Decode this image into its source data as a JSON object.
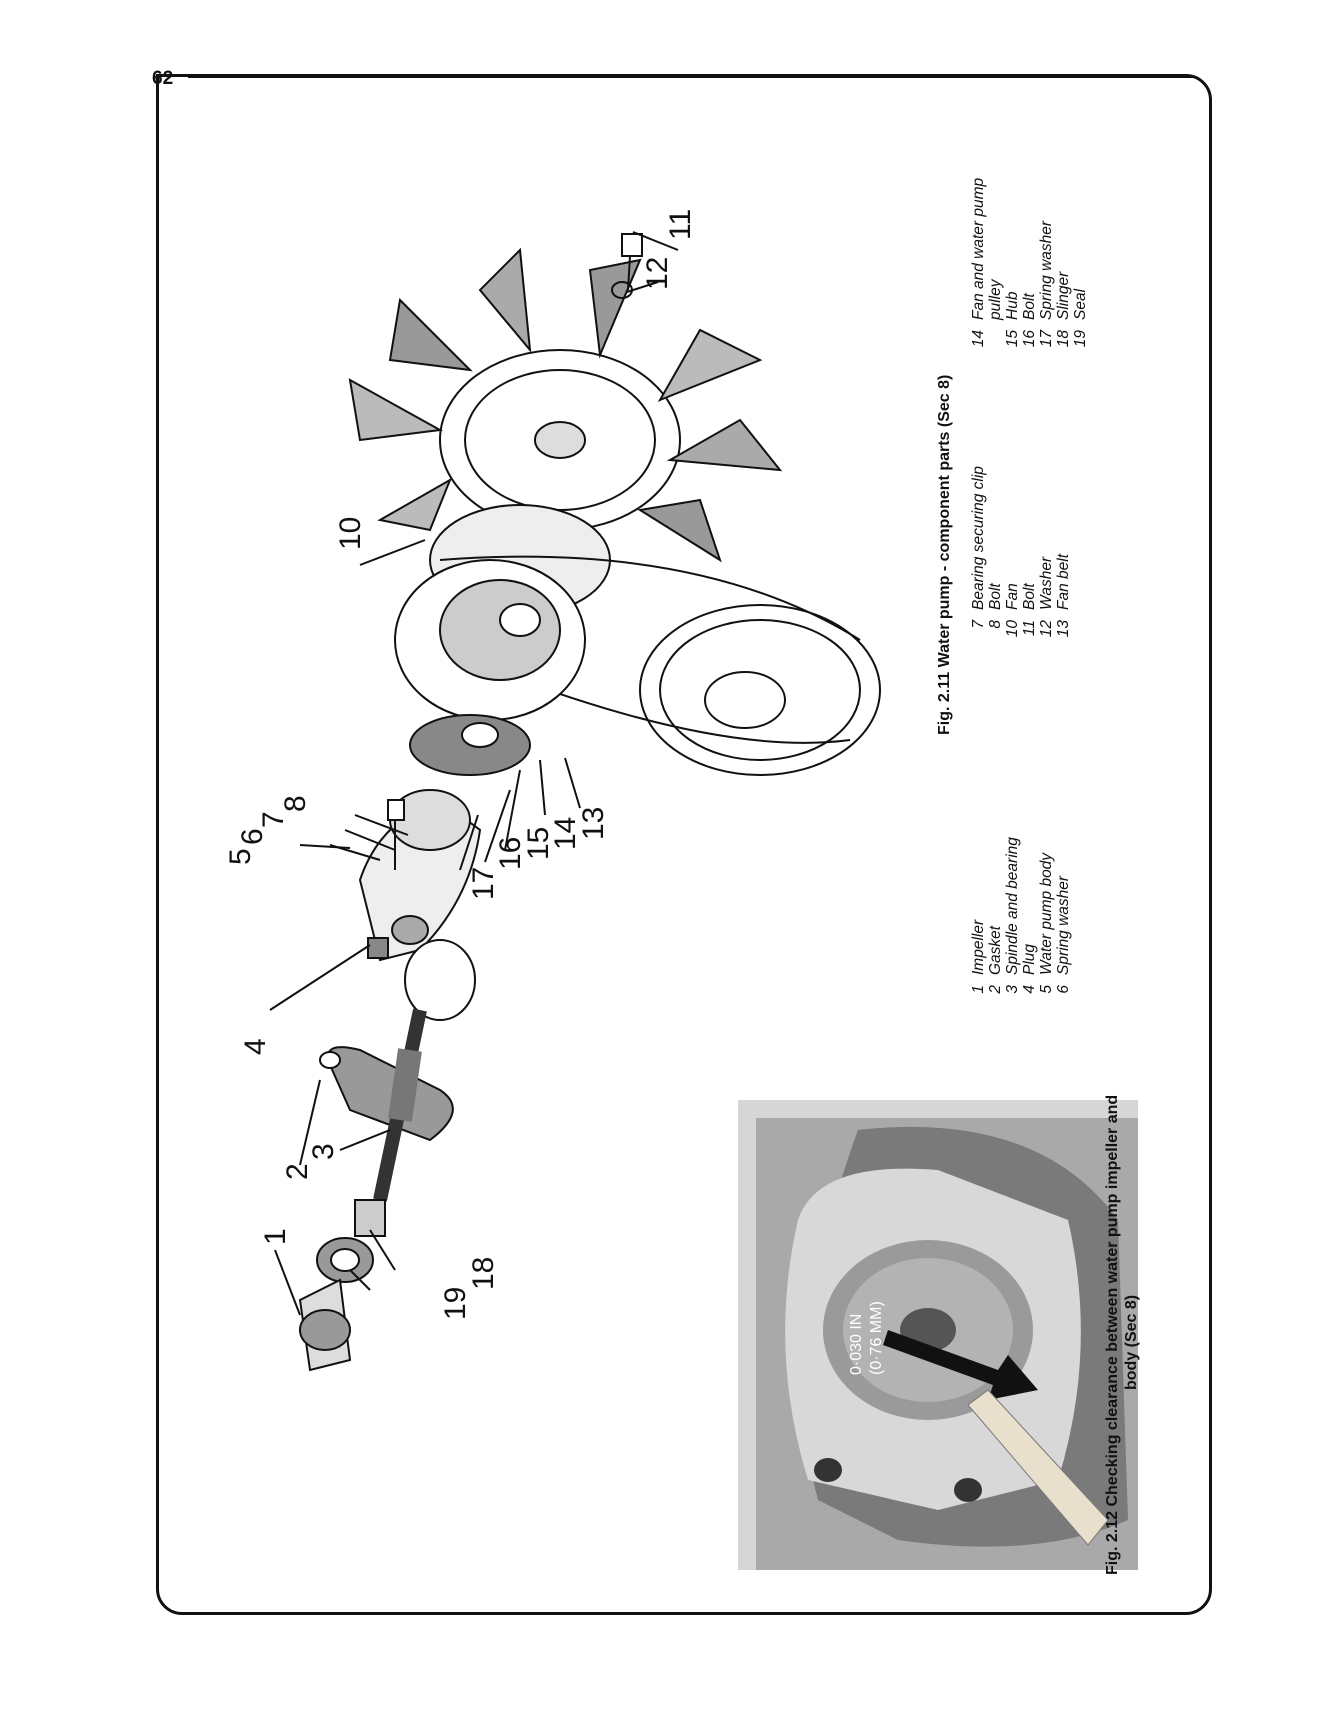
{
  "page": {
    "number": "62"
  },
  "figure_2_11": {
    "caption": "Fig. 2.11 Water pump - component parts (Sec 8)",
    "callouts": [
      "1",
      "2",
      "3",
      "4",
      "5",
      "6",
      "7",
      "8",
      "10",
      "11",
      "12",
      "13",
      "14",
      "15",
      "16",
      "17",
      "18",
      "19"
    ],
    "legend_col1": [
      {
        "num": "1",
        "label": "Impeller"
      },
      {
        "num": "2",
        "label": "Gasket"
      },
      {
        "num": "3",
        "label": "Spindle and bearing"
      },
      {
        "num": "4",
        "label": "Plug"
      },
      {
        "num": "5",
        "label": "Water pump body"
      },
      {
        "num": "6",
        "label": "Spring washer"
      }
    ],
    "legend_col2": [
      {
        "num": "7",
        "label": "Bearing securing clip"
      },
      {
        "num": "8",
        "label": "Bolt"
      },
      {
        "num": "10",
        "label": "Fan"
      },
      {
        "num": "11",
        "label": "Bolt"
      },
      {
        "num": "12",
        "label": "Washer"
      },
      {
        "num": "13",
        "label": "Fan belt"
      }
    ],
    "legend_col3": [
      {
        "num": "14",
        "label": "Fan and water pump"
      },
      {
        "num": "",
        "label": "pulley"
      },
      {
        "num": "15",
        "label": "Hub"
      },
      {
        "num": "16",
        "label": "Bolt"
      },
      {
        "num": "17",
        "label": "Spring washer"
      },
      {
        "num": "18",
        "label": "Slinger"
      },
      {
        "num": "19",
        "label": "Seal"
      }
    ]
  },
  "figure_2_12": {
    "caption_line1": "Fig. 2.12 Checking clearance between water pump impeller and",
    "caption_line2": "body (Sec 8)",
    "photo_label_line1": "0·030 IN",
    "photo_label_line2": "(0·76 MM)"
  }
}
